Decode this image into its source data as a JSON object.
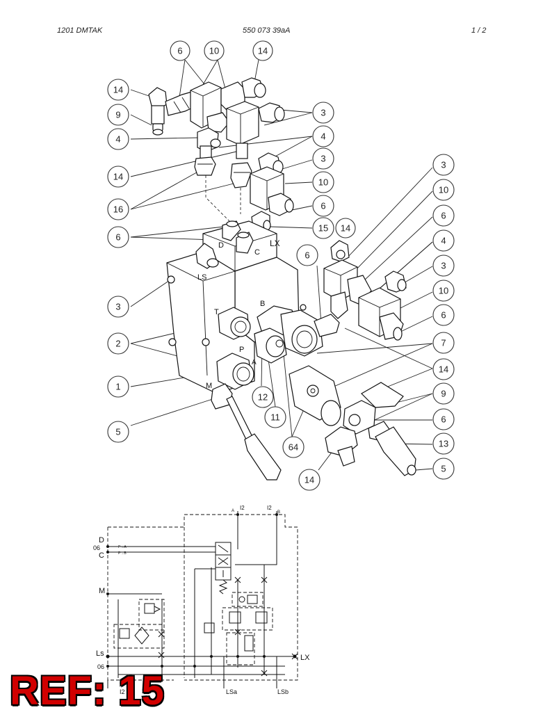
{
  "header": {
    "left": "1201 DMTAK",
    "center": "550 073 39aA",
    "right": "1 /  2"
  },
  "callouts": [
    "6",
    "10",
    "14",
    "14",
    "9",
    "4",
    "3",
    "4",
    "14",
    "3",
    "10",
    "6",
    "16",
    "6",
    "15",
    "14",
    "3",
    "6",
    "3",
    "10",
    "6",
    "4",
    "3",
    "10",
    "6",
    "2",
    "7",
    "1",
    "14",
    "5",
    "12",
    "11",
    "64",
    "9",
    "6",
    "13",
    "5",
    "14"
  ],
  "part_labels": {
    "d": "D",
    "c": "C",
    "lx": "LX",
    "ls": "LS",
    "t": "T",
    "b": "B",
    "p": "P",
    "a": "A",
    "m": "M"
  },
  "schematic": {
    "d": "D",
    "o6": "06",
    "c": "C",
    "m": "M",
    "ls": "Ls",
    "o6b": "06",
    "lx": "LX",
    "a": "A",
    "b": "B",
    "i2a": "I2",
    "i2b": "I2",
    "lsa": "LSa",
    "lsb": "LSb",
    "i2c": "I2",
    "zero": "0",
    "pa": "P→A",
    "pb": "P→B"
  },
  "ref_label": "REF: 15"
}
